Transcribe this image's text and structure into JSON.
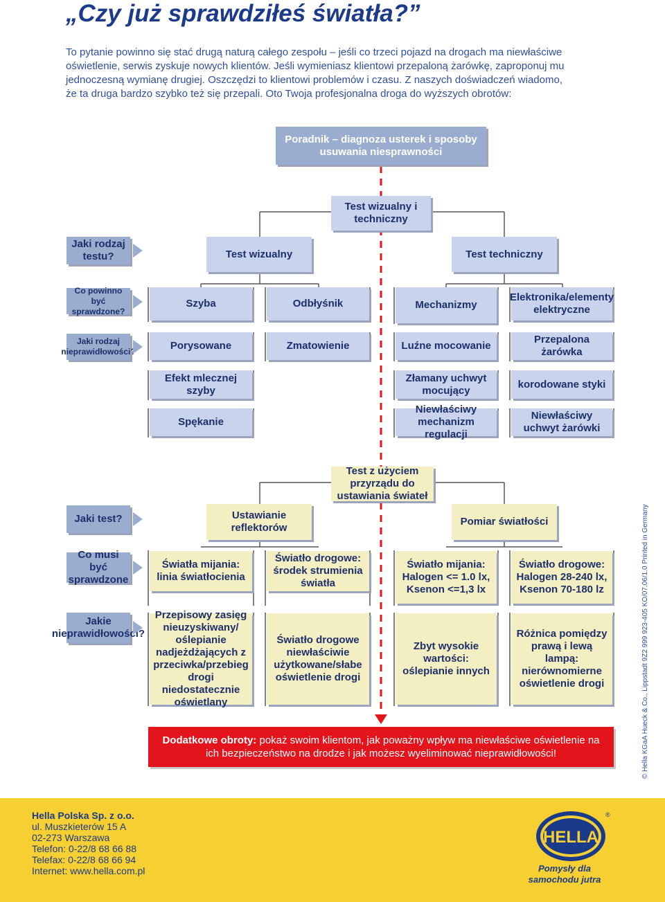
{
  "title": "„Czy już sprawdziłeś światła?”",
  "intro": "To pytanie powinno się stać drugą naturą całego zespołu – jeśli co trzeci pojazd na drogach ma niewłaściwe oświetlenie, serwis zyskuje nowych klientów. Jeśli wymieniasz klientowi przepaloną żarówkę, zaproponuj mu jednoczesną wymianę drugiej. Oszczędzi to klientowi problemów i czasu. Z naszych doświadczeń wiadomo, że ta druga bardzo szybko też się przepali. Oto Twoja profesjonalna droga do wyższych obrotów:",
  "guide_box": "Poradnik – diagnoza usterek i sposoby usuwania niesprawności",
  "section1": {
    "top_box": "Test wizualny i techniczny",
    "row_labels": [
      "Jaki rodzaj testu?",
      "Co powinno być sprawdzone?",
      "Jaki rodzaj nieprawidłowości?"
    ],
    "test_types": [
      "Test wizualny",
      "Test techniczny"
    ],
    "checks": [
      "Szyba",
      "Odbłyśnik",
      "Mechanizmy",
      "Elektronika/elementy elektryczne"
    ],
    "faults_row1": [
      "Porysowane",
      "Zmatowienie",
      "Luźne mocowanie",
      "Przepalona żarówka"
    ],
    "faults_row2": [
      "Efekt mlecznej szyby",
      "Złamany uchwyt mocujący",
      "korodowane styki"
    ],
    "faults_row3": [
      "Spękanie",
      "Niewłaściwy mechanizm regulacji",
      "Niewłaściwy uchwyt żarówki"
    ]
  },
  "section2": {
    "top_box": "Test z użyciem przyrządu do ustawiania świateł",
    "row_labels": [
      "Jaki test?",
      "Co musi być sprawdzone",
      "Jakie nieprawidłowości?"
    ],
    "test_types": [
      "Ustawianie reflektorów",
      "Pomiar światłości"
    ],
    "checks": [
      "Światła mijania: linia światłocienia",
      "Światło drogowe: środek strumienia światła",
      "Światło mijania: Halogen <= 1.0 lx, Ksenon <=1,3 lx",
      "Światło drogowe: Halogen 28-240 lx, Ksenon 70-180 lz"
    ],
    "faults": [
      "Przepisowy zasięg nieuzyskiwany/ oślepianie nadjeżdżających z przeciwka/przebieg drogi niedostatecznie oświetlany",
      "Światło drogowe niewłaściwie użytkowane/słabe oświetlenie drogi",
      "Zbyt wysokie wartości: oślepianie innych",
      "Różnica pomiędzy prawą i lewą lampą: nierównomierne oświetlenie drogi"
    ]
  },
  "banner": {
    "bold": "Dodatkowe obroty:",
    "text": " pokaż swoim klientom, jak poważny wpływ ma niewłaściwe oświetlenie na ich bezpieczeństwo na drodze i jak możesz wyeliminować nieprawidłowości!"
  },
  "vertical_note": "© Hella KGaA Hueck & Co., Lippstadt 9Z2 999 923-405 KO/07.06/1.0 Printed in Germany",
  "footer": {
    "company": "Hella Polska Sp. z o.o.",
    "lines": [
      "ul. Muszkieterów 15 A",
      "02-273 Warszawa",
      "Telefon: 0-22/8 68 66 88",
      "Telefax: 0-22/8 68 66 94",
      "Internet: www.hella.com.pl"
    ],
    "logo_text": "HELLA",
    "slogan": "Pomysły dla samochodu jutra"
  },
  "colors": {
    "navy": "#1c3a8a",
    "box_blue": "#c9d3ec",
    "label_blue": "#9aadcf",
    "yellow": "#f3efc2",
    "red": "#e3141c",
    "footer_yellow": "#f6cf33"
  }
}
